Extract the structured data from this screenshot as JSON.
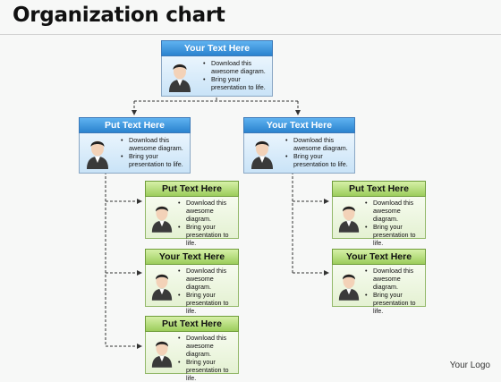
{
  "title": "Organization chart",
  "logo": "Your Logo",
  "bullets": [
    "Download this awesome diagram.",
    "Bring your presentation to life."
  ],
  "nodes": {
    "root": {
      "title": "Your Text Here"
    },
    "left": {
      "title": "Put Text Here"
    },
    "right": {
      "title": "Your Text Here"
    },
    "l1": {
      "title": "Put Text Here"
    },
    "l2": {
      "title": "Your Text Here"
    },
    "l3": {
      "title": "Put Text Here"
    },
    "r1": {
      "title": "Put Text Here"
    },
    "r2": {
      "title": "Your Text Here"
    }
  },
  "colors": {
    "blue_header": "#2a83cf",
    "green_header": "#9ccd5c",
    "connector": "#333333"
  },
  "icons": [
    "person-avatar-icon"
  ]
}
